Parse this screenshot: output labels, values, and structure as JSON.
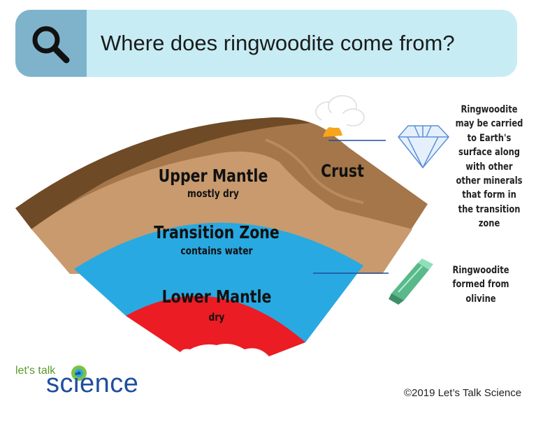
{
  "header": {
    "title": "Where does ringwoodite come from?",
    "icon": "search-icon"
  },
  "layers": {
    "crust": {
      "name": "Crust"
    },
    "upper_mantle": {
      "name": "Upper Mantle",
      "note": "mostly dry"
    },
    "transition_zone": {
      "name": "Transition Zone",
      "note": "contains water"
    },
    "lower_mantle": {
      "name": "Lower Mantle",
      "note": "dry"
    }
  },
  "callouts": {
    "diamond": {
      "lines": [
        "Ringwoodite",
        "may be carried",
        "to Earth's",
        "surface along",
        "with other",
        "other minerals",
        "that form in",
        "the transition",
        "zone"
      ],
      "icon": "diamond-icon"
    },
    "crystal": {
      "lines": [
        "Ringwoodite",
        "formed from",
        "olivine"
      ],
      "icon": "crystal-icon"
    }
  },
  "logo": {
    "top": "let's talk",
    "main": "science"
  },
  "copyright": "©2019 Let’s Talk Science",
  "colors": {
    "crust_dark": "#6e4a26",
    "crust": "#a4764a",
    "upper_mantle": "#c89a6e",
    "transition_zone": "#29a9e1",
    "lower_mantle": "#ec1c24",
    "header_bg": "#c7ecf4",
    "icon_box": "#7fb3cc"
  }
}
